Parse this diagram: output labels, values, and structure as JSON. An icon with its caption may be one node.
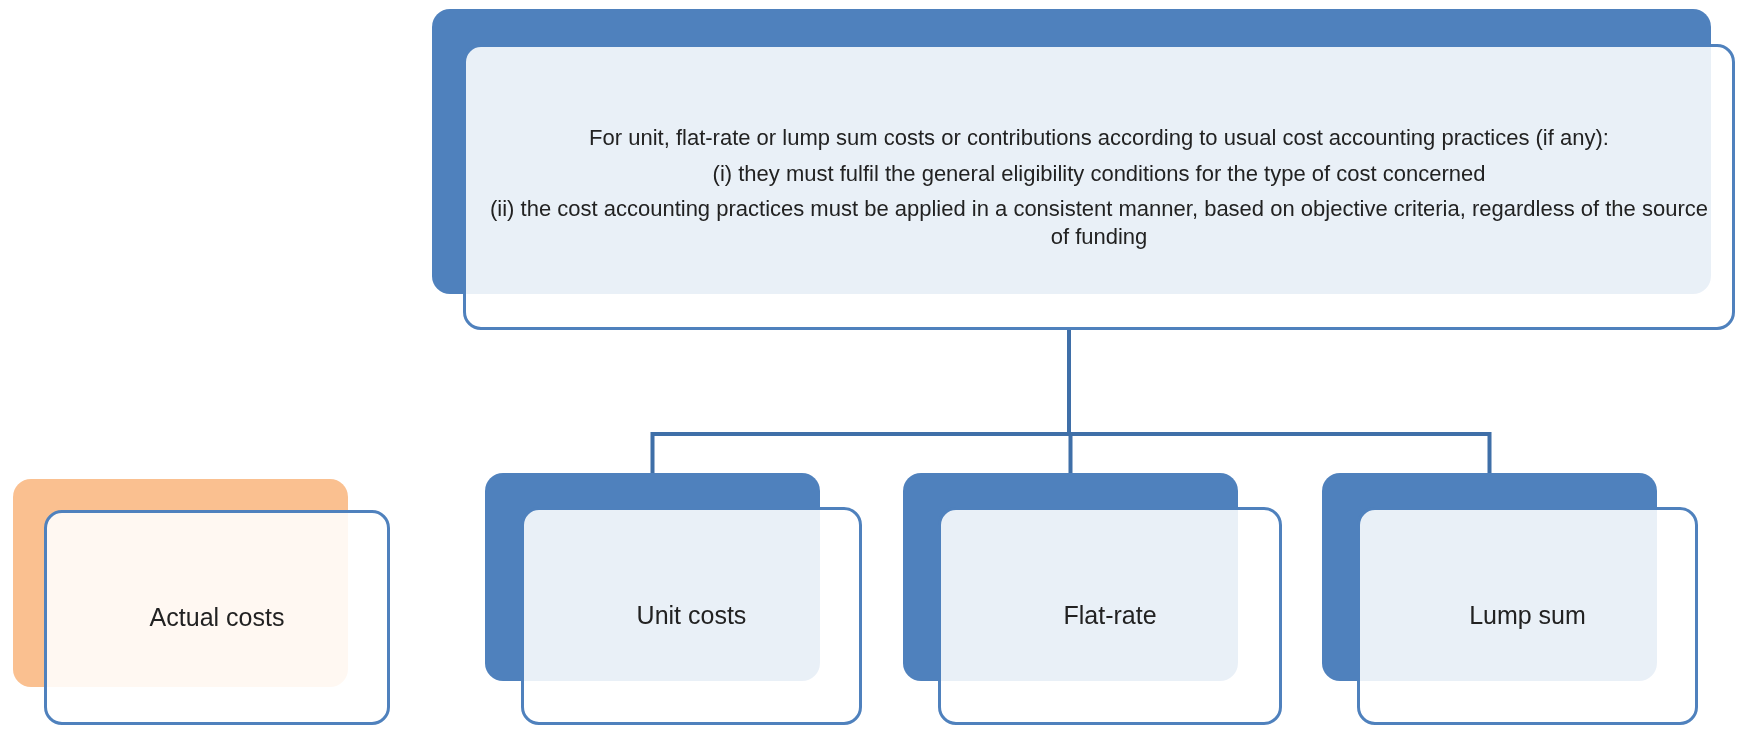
{
  "diagram": {
    "nodes": [
      {
        "text": [
          "For unit, flat-rate or lump sum costs or contributions according to usual cost accounting practices (if any):",
          "(i) they must fulfil the general eligibility conditions for the type of cost concerned",
          "(ii) the cost accounting practices must be applied in a consistent manner, based on objective criteria, regardless of the source of funding"
        ]
      },
      {
        "text": [
          "Actual costs"
        ]
      },
      {
        "text": [
          "Unit costs"
        ]
      },
      {
        "text": [
          "Flat-rate"
        ]
      },
      {
        "text": [
          "Lump sum"
        ]
      }
    ],
    "edges": [
      {
        "from": 0,
        "to": 2,
        "arrow": "none"
      },
      {
        "from": 0,
        "to": 3,
        "arrow": "none"
      },
      {
        "from": 0,
        "to": 4,
        "arrow": "none"
      }
    ]
  }
}
